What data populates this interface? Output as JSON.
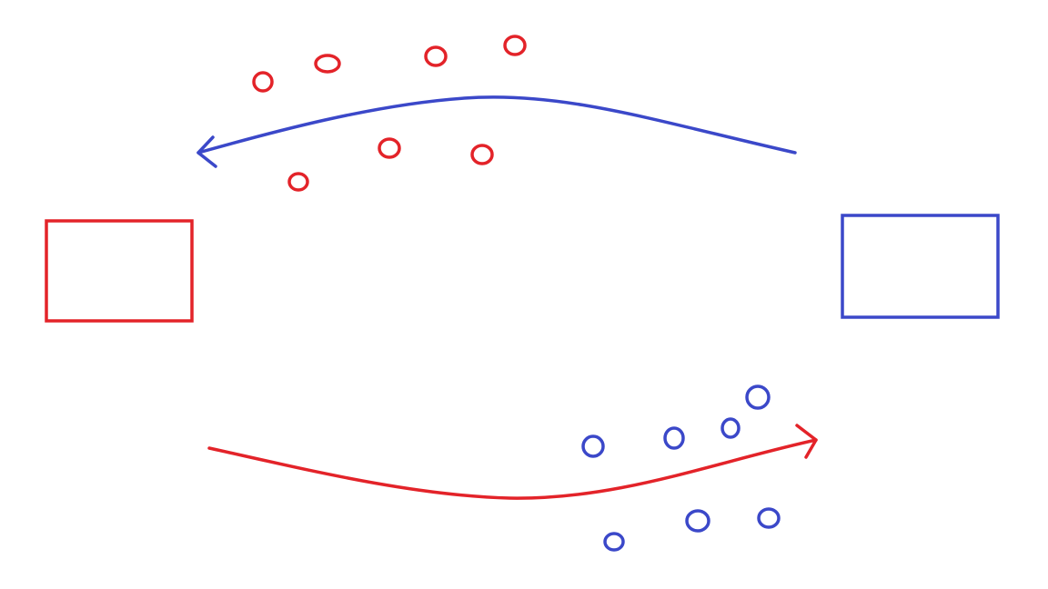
{
  "colors": {
    "background": "#ffffff",
    "red": "#e32329",
    "blue": "#3b48c9"
  },
  "nodes": {
    "left_box": {
      "color": "red"
    },
    "right_box": {
      "color": "blue"
    }
  },
  "arrows": {
    "top_arrow": {
      "color": "blue",
      "direction": "right-to-left",
      "from": "right_box",
      "to": "left_box"
    },
    "bottom_arrow": {
      "color": "red",
      "direction": "left-to-right",
      "from": "left_box",
      "to": "right_box"
    }
  },
  "particle_groups": {
    "top": {
      "color": "red",
      "count": 7,
      "moving_with": "top_arrow"
    },
    "bottom": {
      "color": "blue",
      "count": 7,
      "moving_with": "bottom_arrow"
    }
  }
}
